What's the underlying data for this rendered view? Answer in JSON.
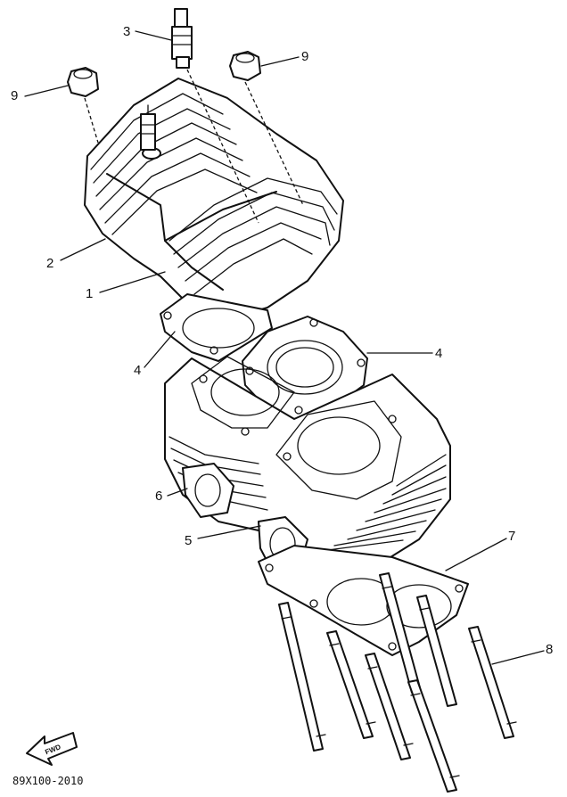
{
  "diagram": {
    "callouts": {
      "part_1": "1",
      "part_2": "2",
      "part_3": "3",
      "part_4_left": "4",
      "part_4_right": "4",
      "part_5": "5",
      "part_6": "6",
      "part_7": "7",
      "part_8": "8",
      "part_9_left": "9",
      "part_9_right": "9"
    },
    "fwd_label": "FWD",
    "drawing_code": "89X100-2010"
  }
}
